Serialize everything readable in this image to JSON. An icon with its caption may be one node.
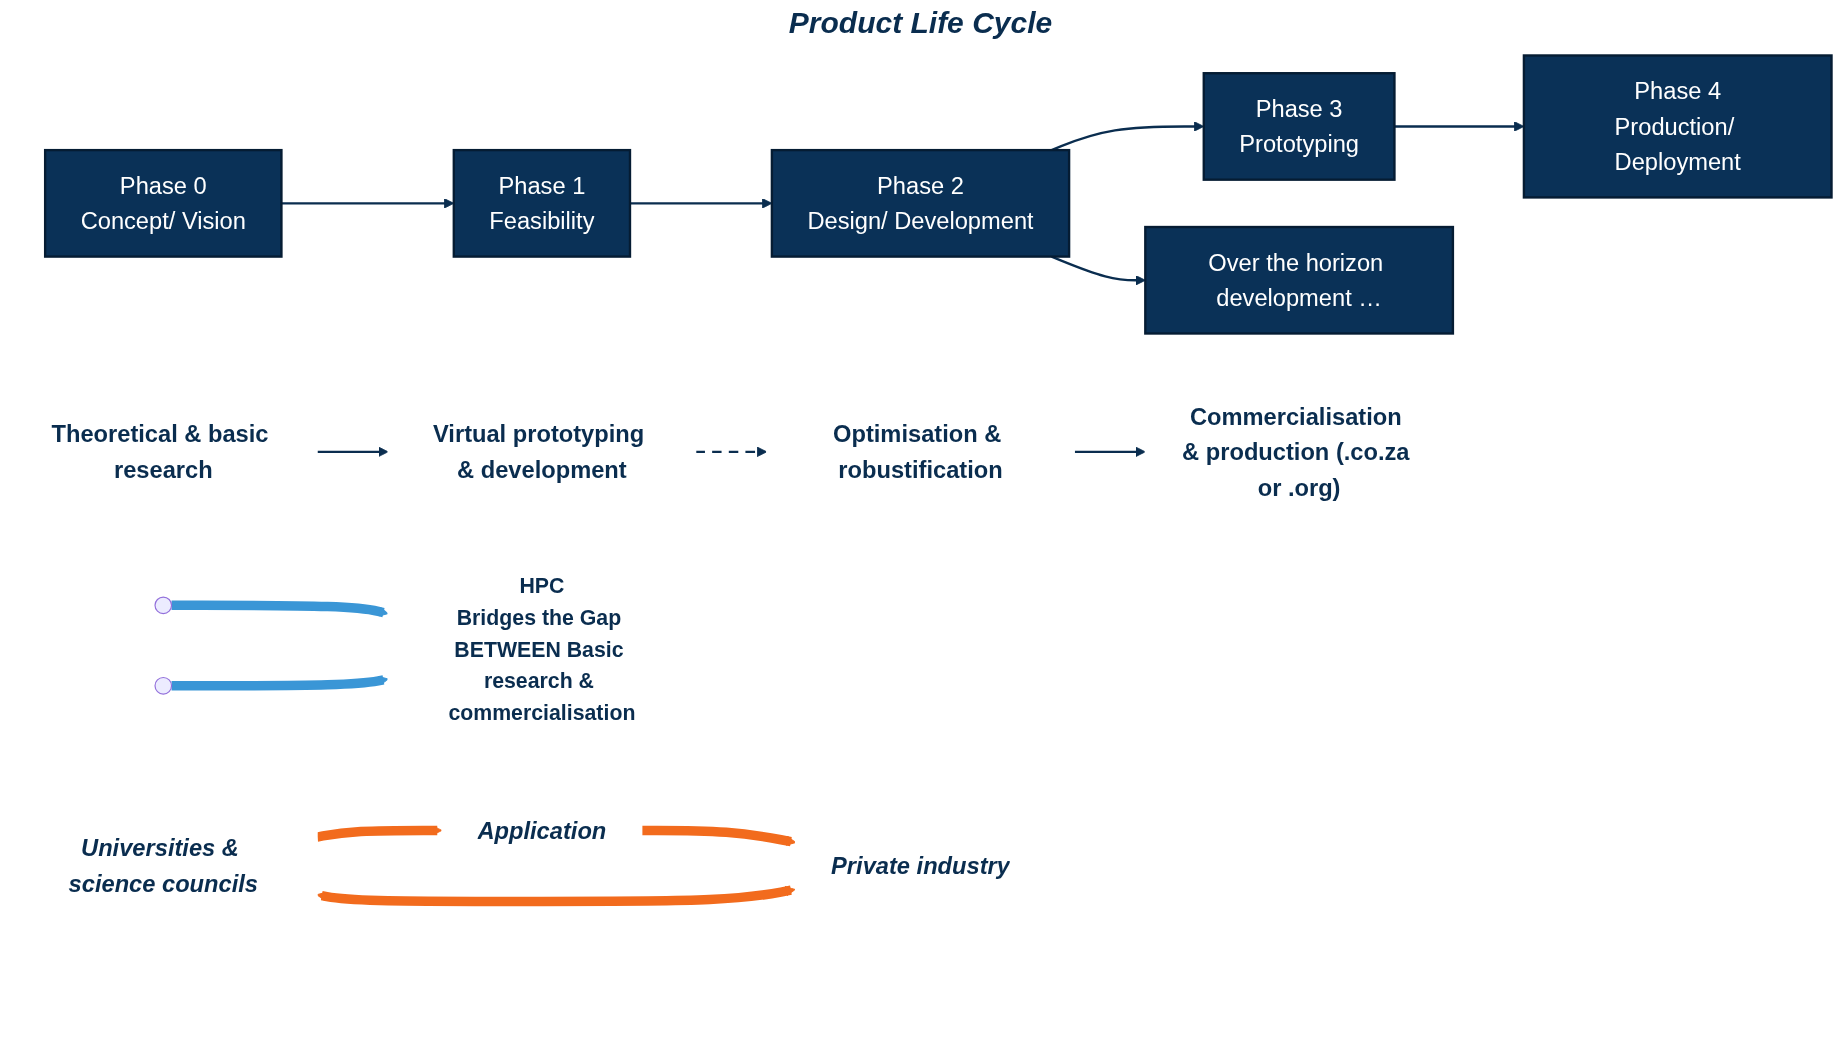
{
  "diagram": {
    "nodes": [
      {
        "text": [
          "Phase 0",
          "Concept/ Vision"
        ]
      },
      {
        "text": [
          "Phase 1",
          "Feasibility"
        ]
      },
      {
        "text": [
          "Phase 2",
          "Design/ Development"
        ]
      },
      {
        "text": [
          "Phase 3",
          "Prototyping"
        ]
      },
      {
        "text": [
          "Phase 4",
          "Production/ Deployment"
        ]
      },
      {
        "text": [
          "Over the horizon development …"
        ]
      },
      {
        "text": [
          "Theoretical & basic research"
        ]
      },
      {
        "text": [
          "Virtual prototyping & development"
        ]
      },
      {
        "text": [
          "Optimisation & robustification"
        ]
      },
      {
        "text": [
          "Commercialisation & production (.co.za or .org)"
        ]
      },
      {
        "text": [
          "HPC",
          "Bridges the Gap BETWEEN Basic research & commercialisation"
        ]
      },
      {
        "text": [
          "Universities & science councils"
        ]
      },
      {
        "text": [
          "Application"
        ]
      },
      {
        "text": [
          "Private industry"
        ]
      }
    ],
    "edges": [
      {
        "from": 0,
        "to": 1,
        "arrow": "to"
      },
      {
        "from": 1,
        "to": 2,
        "arrow": "to"
      },
      {
        "from": 2,
        "to": 3,
        "arrow": "to"
      },
      {
        "from": 3,
        "to": 4,
        "arrow": "to"
      },
      {
        "from": 2,
        "to": 5,
        "arrow": "to"
      },
      {
        "from": 6,
        "to": 7,
        "arrow": "to"
      },
      {
        "from": 7,
        "to": 8,
        "arrow": "to",
        "style": "dashed"
      },
      {
        "from": 8,
        "to": 9,
        "arrow": "to"
      },
      {
        "from": null,
        "to": 10,
        "arrow": "to",
        "style": "thick",
        "color": "#3a96d6"
      },
      {
        "from": null,
        "to": 10,
        "arrow": "to",
        "style": "thick",
        "color": "#3a96d6"
      },
      {
        "from": 11,
        "to": 12,
        "arrow": "to",
        "style": "thick",
        "color": "#f26b1d"
      },
      {
        "from": 12,
        "to": 13,
        "arrow": "to",
        "style": "thick",
        "color": "#f26b1d"
      },
      {
        "from": 13,
        "to": 11,
        "arrow": "both",
        "style": "thick",
        "color": "#f26b1d"
      }
    ],
    "labels": [
      "Product Life Cycle"
    ]
  }
}
